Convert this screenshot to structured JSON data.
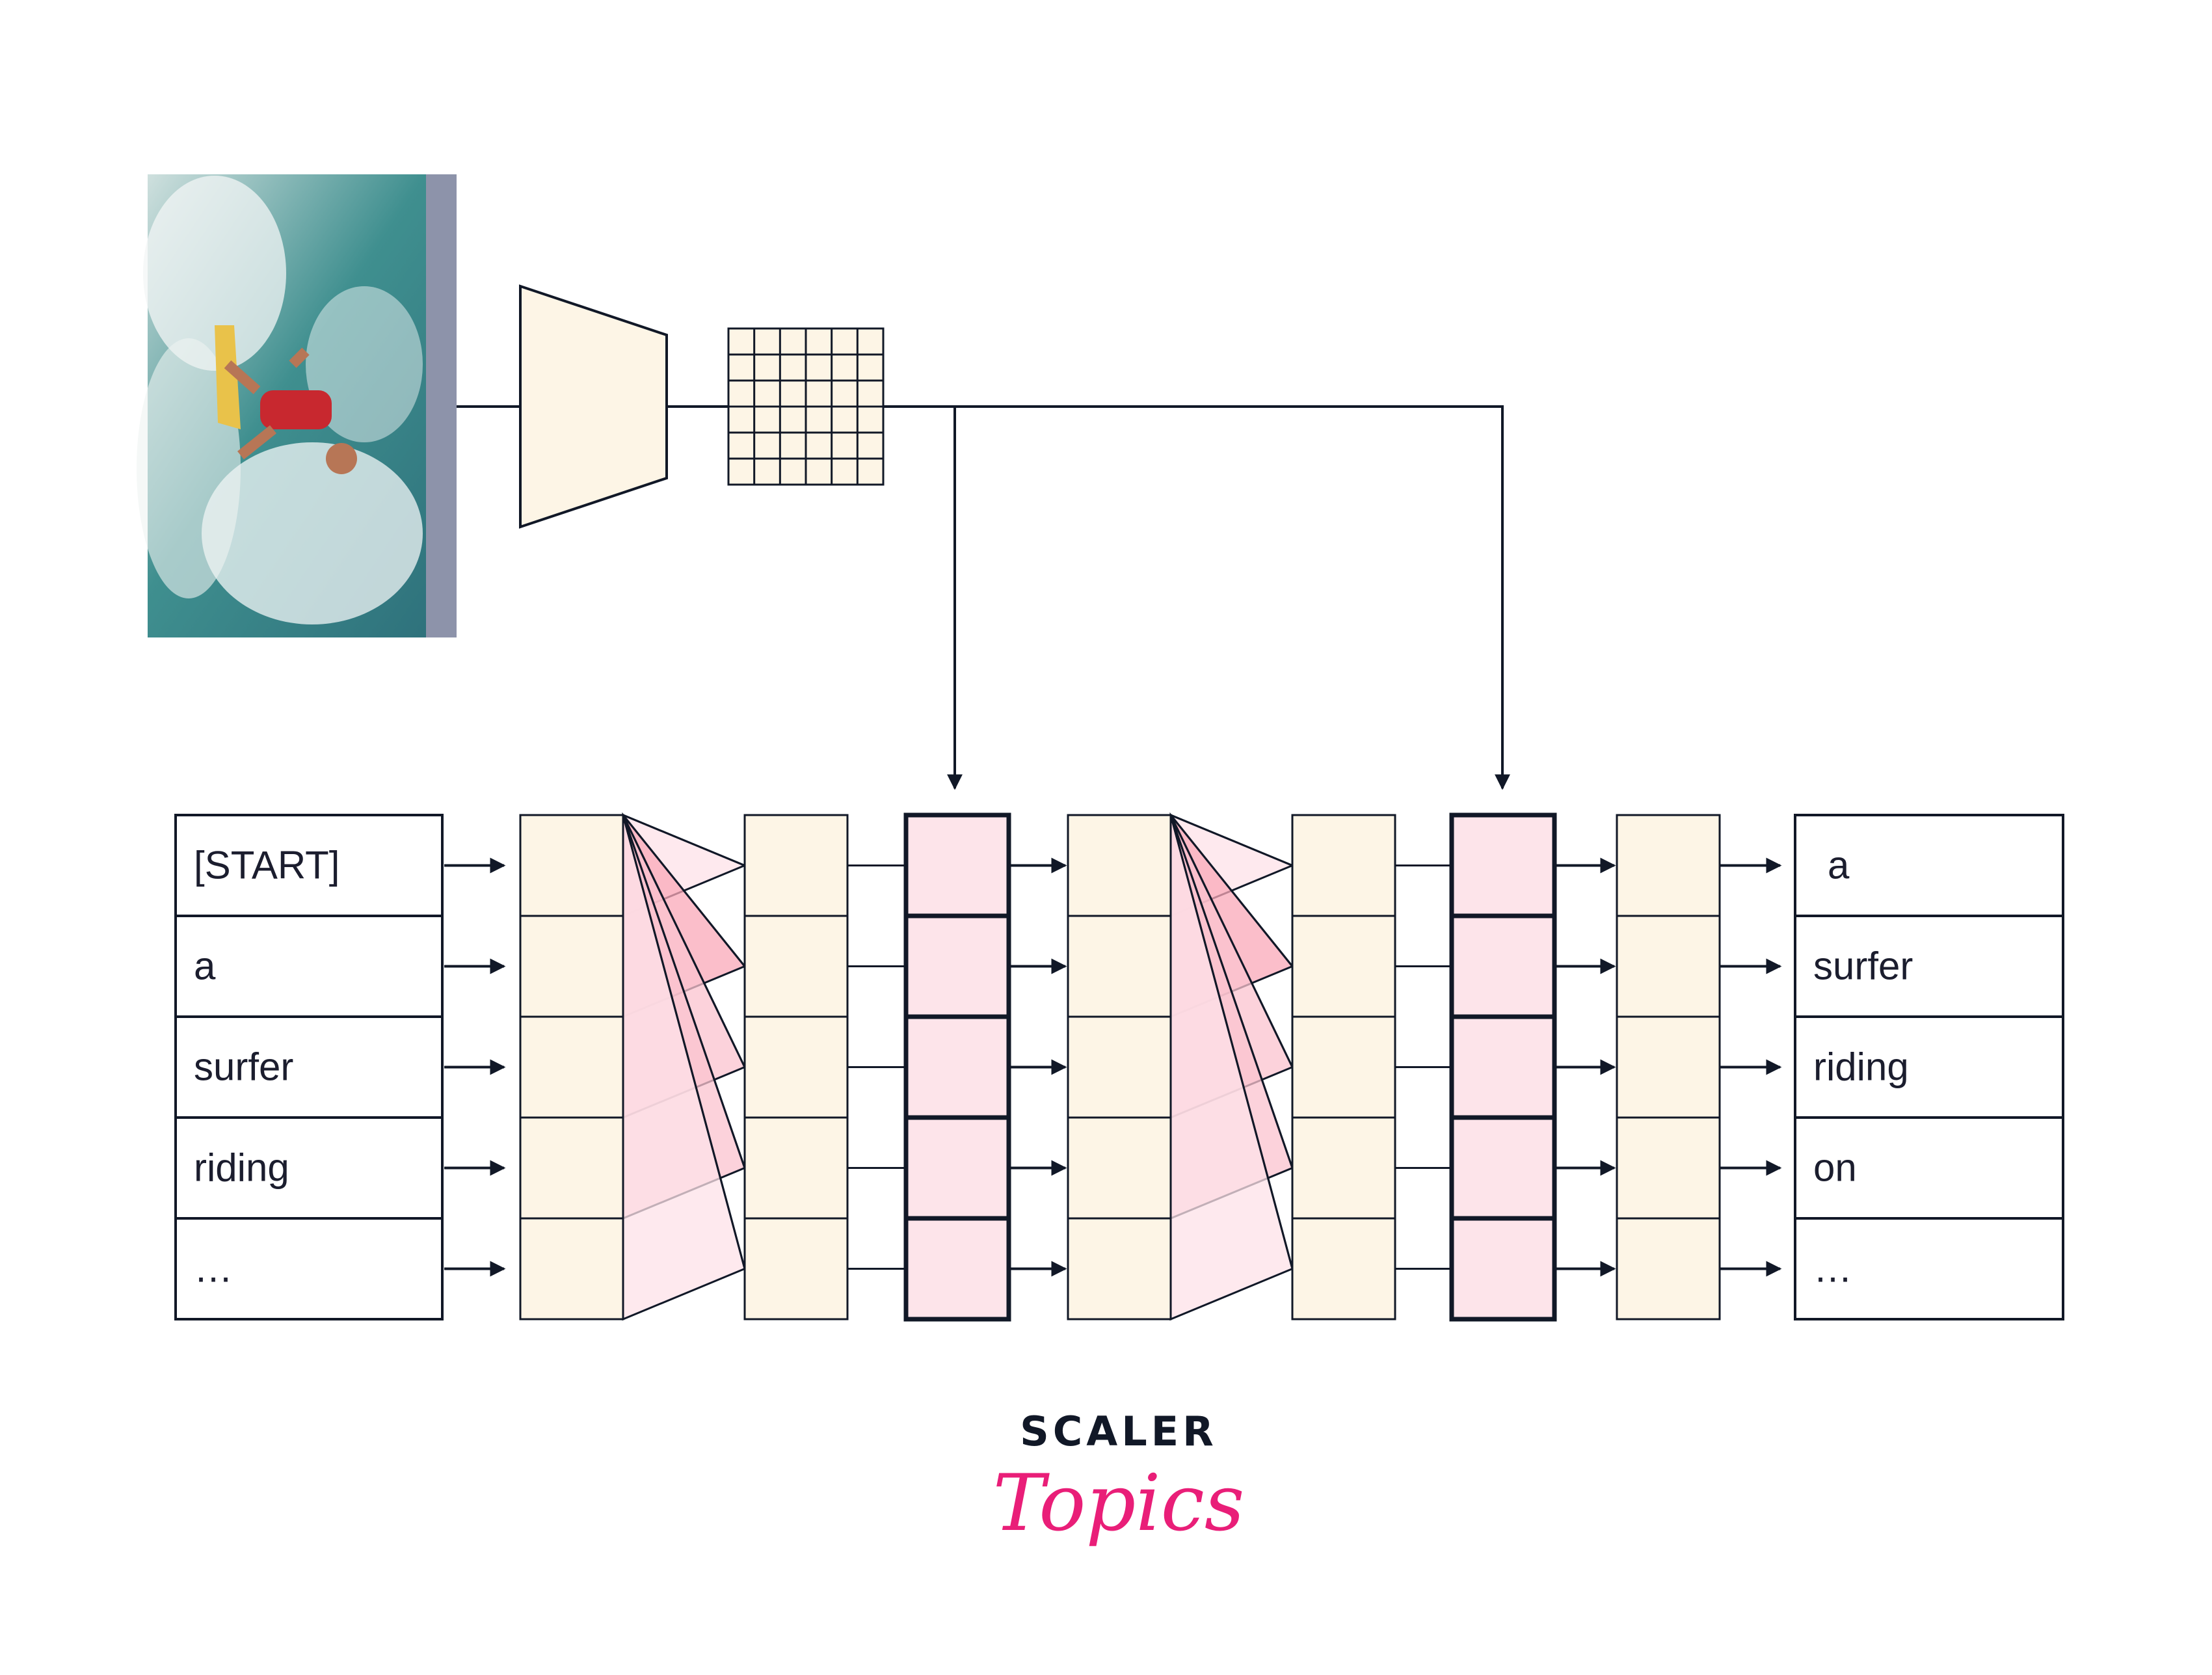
{
  "input_tokens": [
    "[START]",
    "a",
    "surfer",
    "riding",
    "…"
  ],
  "output_tokens": [
    "a",
    "surfer",
    "riding",
    "on",
    "…"
  ],
  "logo": {
    "line1": "SCALER",
    "line2": "Topics"
  },
  "colors": {
    "line": "#111827",
    "cream": "#fdf5e6",
    "pink_cell": "#fde4ea",
    "attention_light": "#fde2e8",
    "attention_mid": "#fbc3cf",
    "attention_strong": "#f9a8b8",
    "logo_pink": "#e91e78"
  },
  "icons": {
    "image": "surfer-photo",
    "encoder": "trapezoid-encoder",
    "feature_map": "feature-grid"
  }
}
